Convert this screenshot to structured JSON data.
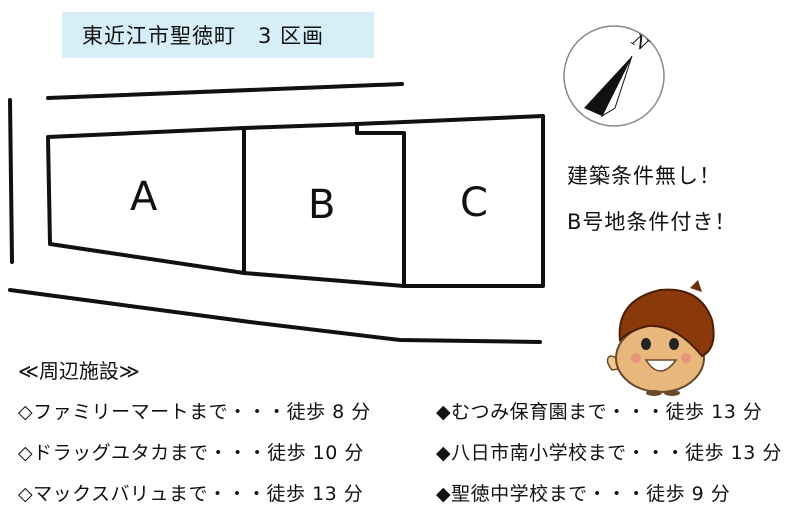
{
  "title": "東近江市聖徳町　3 区画",
  "compass": {
    "north_label": "N",
    "icon": "compass-needle-icon"
  },
  "plots": [
    "A",
    "B",
    "C"
  ],
  "conditions": [
    "建築条件無し！",
    "B号地条件付き！"
  ],
  "facilities": {
    "heading": "≪周辺施設≫",
    "left": [
      "◇ファミリーマートまで・・・徒歩 8 分",
      "◇ドラッグユタカまで・・・徒歩 10 分",
      "◇マックスバリュまで・・・徒歩 13 分"
    ],
    "right": [
      "◆むつみ保育園まで・・・徒歩 13 分",
      "◆八日市南小学校まで・・・徒歩 13 分",
      "◆聖徳中学校まで・・・徒歩 9 分"
    ]
  },
  "mascot": {
    "icon": "chestnut-mascot-icon"
  }
}
